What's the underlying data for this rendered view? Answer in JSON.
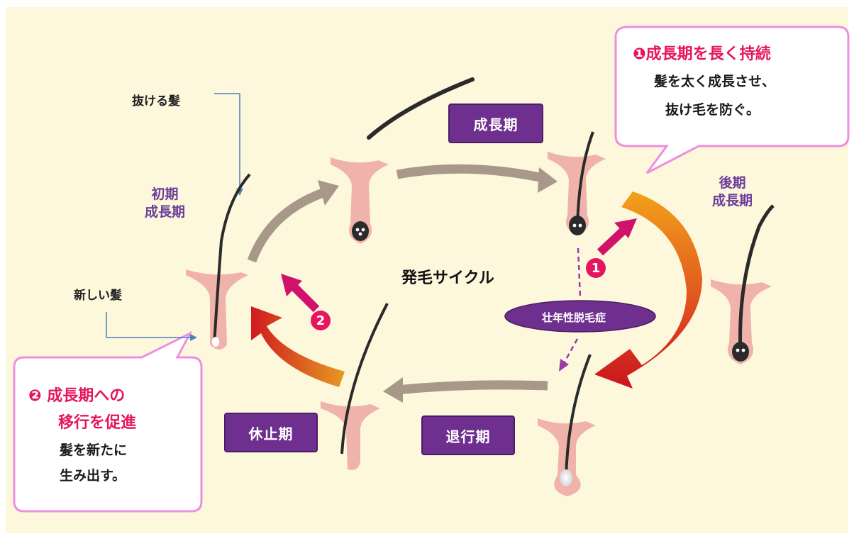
{
  "labels": {
    "falling_hair": "抜ける髪",
    "new_hair": "新しい髪",
    "early_growth": "初期\n成長期",
    "late_growth": "後期\n成長期",
    "cycle_title": "発毛サイクル",
    "agа": "壮年性脱毛症"
  },
  "phases": {
    "growth": "成長期",
    "regression": "退行期",
    "rest": "休止期"
  },
  "bubble1": {
    "title": "❶成長期を長く持続",
    "line1": "髪を太く成長させ、",
    "line2": "抜け毛を防ぐ。"
  },
  "bubble2": {
    "title_line1": "❷ 成長期への",
    "title_line2": "移行を促進",
    "line1": "髪を新たに",
    "line2": "生み出す。"
  },
  "markers": {
    "one": "1",
    "two": "2"
  },
  "colors": {
    "accent_pink": "#e6155f",
    "phase_purple": "#6f2f8f",
    "stage_text_purple": "#6a3d9a",
    "bubble_border": "#ee8fe0",
    "background": "#fdf7dc"
  }
}
